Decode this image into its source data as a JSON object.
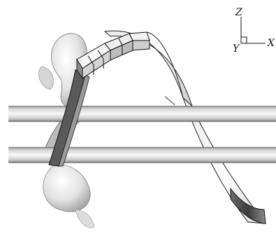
{
  "axes_triad": {
    "z_label": "Z",
    "y_label": "Y",
    "x_label": "X"
  },
  "colors": {
    "background": "#ffffff",
    "surface_light": "#f1f1f1",
    "surface_mid": "#c4c4c4",
    "surface_dark": "#3a3a3a",
    "outline": "#111111"
  }
}
